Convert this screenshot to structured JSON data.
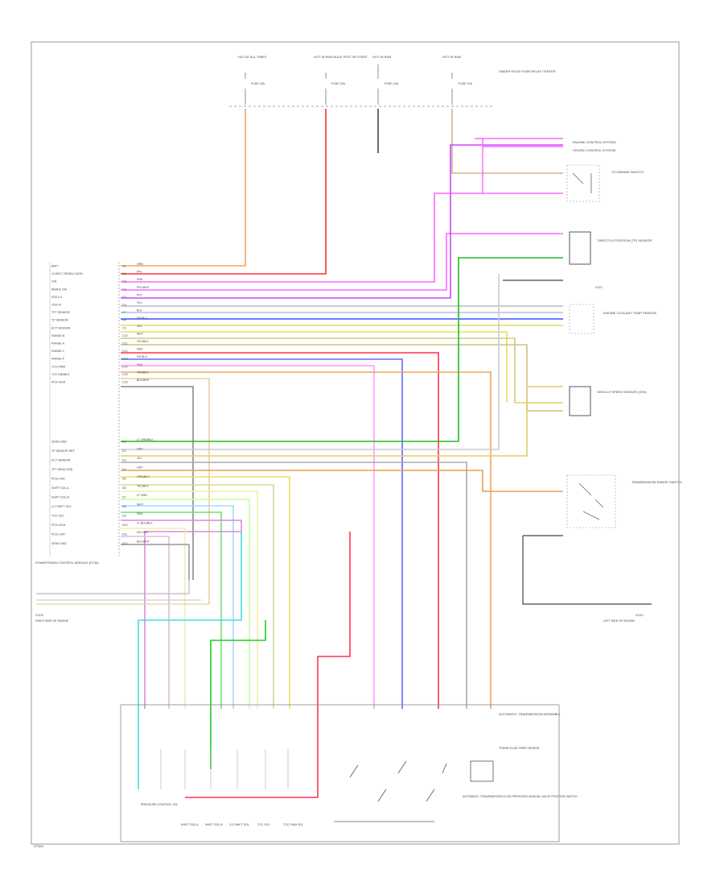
{
  "diagram": {
    "fuses": [
      "HOT AT ALL TIMES",
      "HOT IN RUN BULB TEST OR START",
      "HOT IN RUN",
      "HOT IN RUN"
    ],
    "fuse_labels": [
      "FUSE 10A",
      "FUSE 15A",
      "FUSE 10A",
      "FUSE 10A"
    ],
    "fuse_block": "UNDER HOOD FUSE RELAY CENTER",
    "pcm_pins_top": [
      {
        "pin": "C1",
        "name": "BATT",
        "wire": "ORN"
      },
      {
        "pin": "C2",
        "name": "CLASS 2 SERIAL DATA",
        "wire": "PPL"
      },
      {
        "pin": "C3",
        "name": "IGN",
        "wire": "PNK"
      },
      {
        "pin": "C4",
        "name": "BRAKE SW",
        "wire": "PPL/WHT"
      },
      {
        "pin": "C5",
        "name": "VSS LO",
        "wire": "PPL"
      },
      {
        "pin": "C6",
        "name": "VSS HI",
        "wire": "YEL"
      },
      {
        "pin": "C7",
        "name": "TFT SENSOR",
        "wire": "BLK"
      },
      {
        "pin": "C8",
        "name": "TP SENSOR",
        "wire": "DK BLU"
      },
      {
        "pin": "C9",
        "name": "ECT SENSOR",
        "wire": "YEL"
      },
      {
        "pin": "C10",
        "name": "RANGE B",
        "wire": "WHT"
      },
      {
        "pin": "C11",
        "name": "RANGE A",
        "wire": "YEL/BLK"
      },
      {
        "pin": "C12",
        "name": "RANGE C",
        "wire": "RED"
      },
      {
        "pin": "C13",
        "name": "RANGE P",
        "wire": "DK BLU"
      },
      {
        "pin": "C14",
        "name": "TCC PWM",
        "wire": "PNK"
      },
      {
        "pin": "C15",
        "name": "TCC ENABLE",
        "wire": "TAN/BLK"
      },
      {
        "pin": "C16",
        "name": "PCS HIGH",
        "wire": "BLK/WHT"
      }
    ],
    "pcm_pins_bottom": [
      {
        "pin": "D1",
        "name": "SENS GND",
        "wire": "LT GRN/BLK"
      },
      {
        "pin": "D2",
        "name": "TP SENSOR REF",
        "wire": "GRY"
      },
      {
        "pin": "D3",
        "name": "ECT SENSOR",
        "wire": "YEL"
      },
      {
        "pin": "D4",
        "name": "TFT SENS GND",
        "wire": "GRY"
      },
      {
        "pin": "D5",
        "name": "PCS LOW",
        "wire": "ORN/BLK"
      },
      {
        "pin": "D6",
        "name": "SHIFT SOL A",
        "wire": "YEL/BLK"
      },
      {
        "pin": "D7",
        "name": "SHIFT SOL B",
        "wire": "LT GRN"
      },
      {
        "pin": "D8",
        "name": "3-2 SHIFT SOL",
        "wire": "WHT"
      },
      {
        "pin": "D9",
        "name": "TCC SOL",
        "wire": "RED"
      },
      {
        "pin": "D10",
        "name": "PCS HIGH",
        "wire": "LT BLU/BLK"
      },
      {
        "pin": "D11",
        "name": "PCS LOW",
        "wire": "DK GRN"
      },
      {
        "pin": "D12",
        "name": "SENS GND",
        "wire": "BLK/WHT"
      }
    ],
    "pcm_label": "POWERTRAIN CONTROL MODULE (PCM)",
    "pcm_ground": "G103",
    "pcm_ground_location": "RIGHT SIDE OF ENGINE",
    "brake_switch": "TCC/BRAKE SWITCH",
    "tp_sensor": "THROTTLE POSITION (TP) SENSOR",
    "ect_sensor": "ENGINE COOLANT TEMP SENSOR",
    "vss": "VEHICLE SPEED SENSOR (VSS)",
    "range_switch": "TRANSMISSION RANGE SWITCH",
    "ground_right": "G110",
    "ground_right_location": "LEFT SIDE OF ENGINE",
    "transmission": "AUTOMATIC TRANSMISSION ASSEMBLY",
    "solenoids": [
      "PRESSURE CONTROL SOL",
      "SHIFT SOL A",
      "SHIFT SOL B",
      "3-2 SHIFT SOL",
      "TCC SOL",
      "TCC PWM SOL"
    ],
    "tft_sensor": "TRANS FLUID TEMP SENSOR",
    "pressure_switch": "AUTOMATIC TRANSMISSION FLUID PRESSURE MANUAL VALVE POSITION SWITCH",
    "ecm_labels": [
      "ENGINE CONTROL SYSTEM",
      "CRUISE CONTROL SYSTEM"
    ],
    "footer_code": "G7000"
  }
}
